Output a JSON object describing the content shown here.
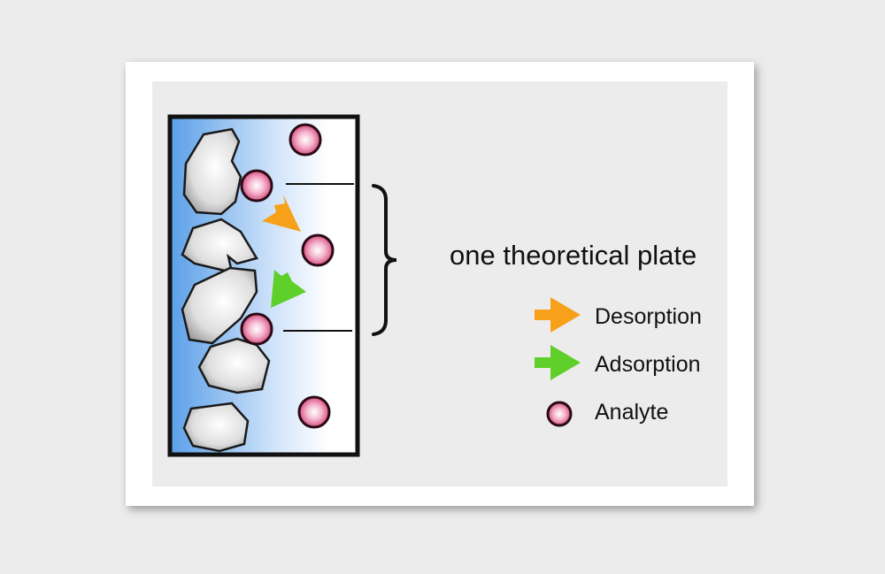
{
  "diagram": {
    "plate_label": "one theoretical plate",
    "legend": [
      {
        "label": "Desorption",
        "icon": "orange-arrow-icon",
        "color": "#f7a11a"
      },
      {
        "label": "Adsorption",
        "icon": "green-arrow-icon",
        "color": "#5fcf2a"
      },
      {
        "label": "Analyte",
        "icon": "analyte-circle-icon",
        "color": "#e0608f"
      }
    ],
    "colors": {
      "stationary_phase": "#5a9fe8",
      "column_border": "#111111",
      "particle": "#cfcfcf"
    }
  }
}
